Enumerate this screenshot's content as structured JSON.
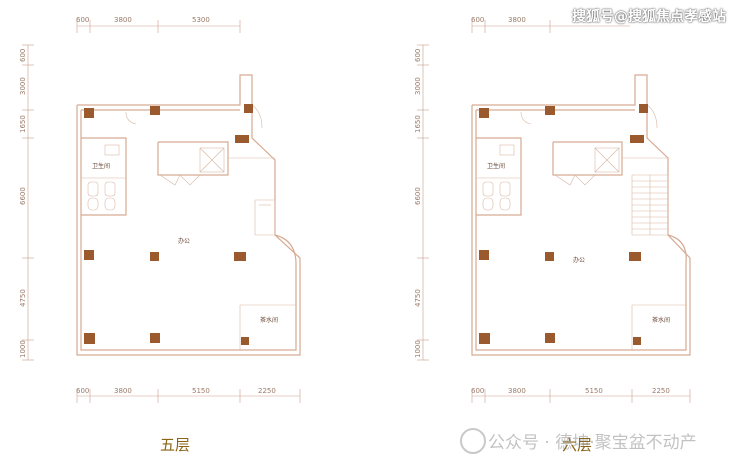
{
  "watermark_top": "搜狐号@搜狐焦点孝感站",
  "watermark_bottom": "公众号 · 德坤·聚宝盆不动产",
  "floors": [
    {
      "label": "五层",
      "top_dims": [
        "600",
        "3800",
        "5300"
      ],
      "bottom_dims": [
        "600",
        "3800",
        "5150",
        "2250"
      ],
      "left_dims": [
        "600",
        "3000",
        "1650",
        "6600",
        "4750",
        "1000"
      ],
      "rooms": {
        "toilet": "卫生间",
        "main": "办公",
        "tea": "茶水间"
      }
    },
    {
      "label": "六层",
      "top_dims": [
        "600",
        "3800"
      ],
      "bottom_dims": [
        "600",
        "3800",
        "5150",
        "2250"
      ],
      "left_dims": [
        "600",
        "3000",
        "1650",
        "6600",
        "4750",
        "1000"
      ],
      "rooms": {
        "toilet": "卫生间",
        "main": "办公",
        "tea": "茶水间"
      }
    }
  ],
  "colors": {
    "wall": "#d7aa92",
    "column": "#9a5a2e",
    "label": "#8a6416"
  }
}
